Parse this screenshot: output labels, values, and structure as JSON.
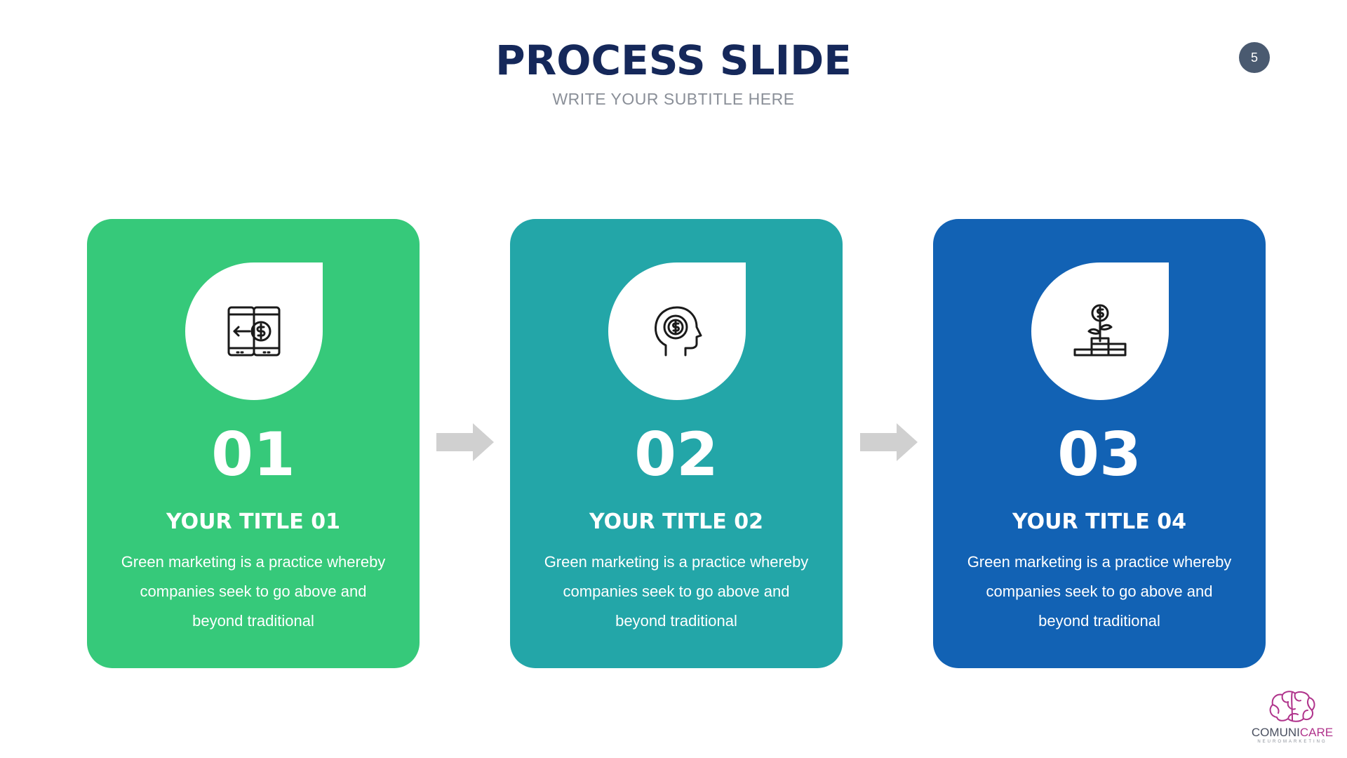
{
  "slide": {
    "title": "PROCESS SLIDE",
    "subtitle": "WRITE YOUR SUBTITLE HERE",
    "page_number": "5"
  },
  "cards": [
    {
      "number": "01",
      "title": "YOUR TITLE 01",
      "body": "Green marketing is a practice whereby companies seek to go above and beyond traditional",
      "color": "#36c97a",
      "icon": "mobile-money-transfer-icon"
    },
    {
      "number": "02",
      "title": "YOUR TITLE 02",
      "body": "Green marketing is a practice whereby companies seek to go above and beyond traditional",
      "color": "#23a6a8",
      "icon": "money-mind-icon"
    },
    {
      "number": "03",
      "title": "YOUR TITLE 04",
      "body": "Green marketing is a practice whereby companies seek to go above and beyond traditional",
      "color": "#1262b4",
      "icon": "money-growth-plant-icon"
    }
  ],
  "arrow_color": "#d0d0d0",
  "logo": {
    "wordmark_main": "COMUNI",
    "wordmark_accent": "CARE",
    "tagline": "NEUROMARKETING"
  }
}
